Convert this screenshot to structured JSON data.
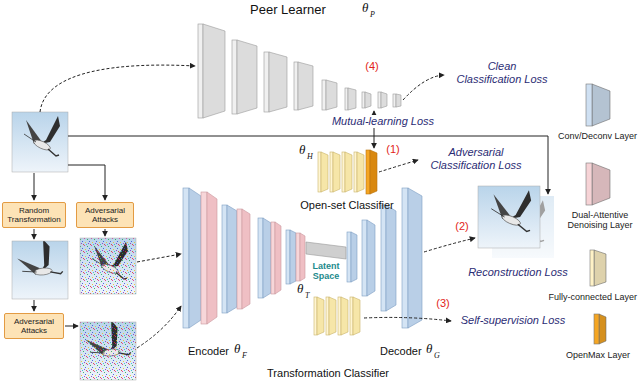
{
  "diagram": {
    "nodes": [
      {
        "text": [
          "Random Transformation"
        ]
      },
      {
        "text": [
          "Adversarial Attacks"
        ]
      },
      {
        "text": [
          "Adversarial Attacks"
        ]
      }
    ],
    "labels": [
      "Peer Learner",
      "θ",
      "P",
      "Clean Classification Loss",
      "(4)",
      "Mutual-learning Loss",
      "(1)",
      "Adversarial Classification Loss",
      "θ",
      "H",
      "Open-set Classifier",
      "(2)",
      "Reconstruction Loss",
      "Latent Space",
      "(3)",
      "Self-supervision Loss",
      "Encoder",
      "θ",
      "F",
      "Decoder",
      "θ",
      "G",
      "θ",
      "T",
      "Transformation Classifier"
    ],
    "legend": [
      {
        "text": "Conv/Deconv Layer",
        "color": "#cfe0f2"
      },
      {
        "text": "Dual-Attentive Denoising Layer",
        "color": "#f6d3d6"
      },
      {
        "text": "Fully-connected Layer",
        "color": "#fff2c6"
      },
      {
        "text": "OpenMax Layer",
        "color": "#f5a623"
      }
    ]
  }
}
